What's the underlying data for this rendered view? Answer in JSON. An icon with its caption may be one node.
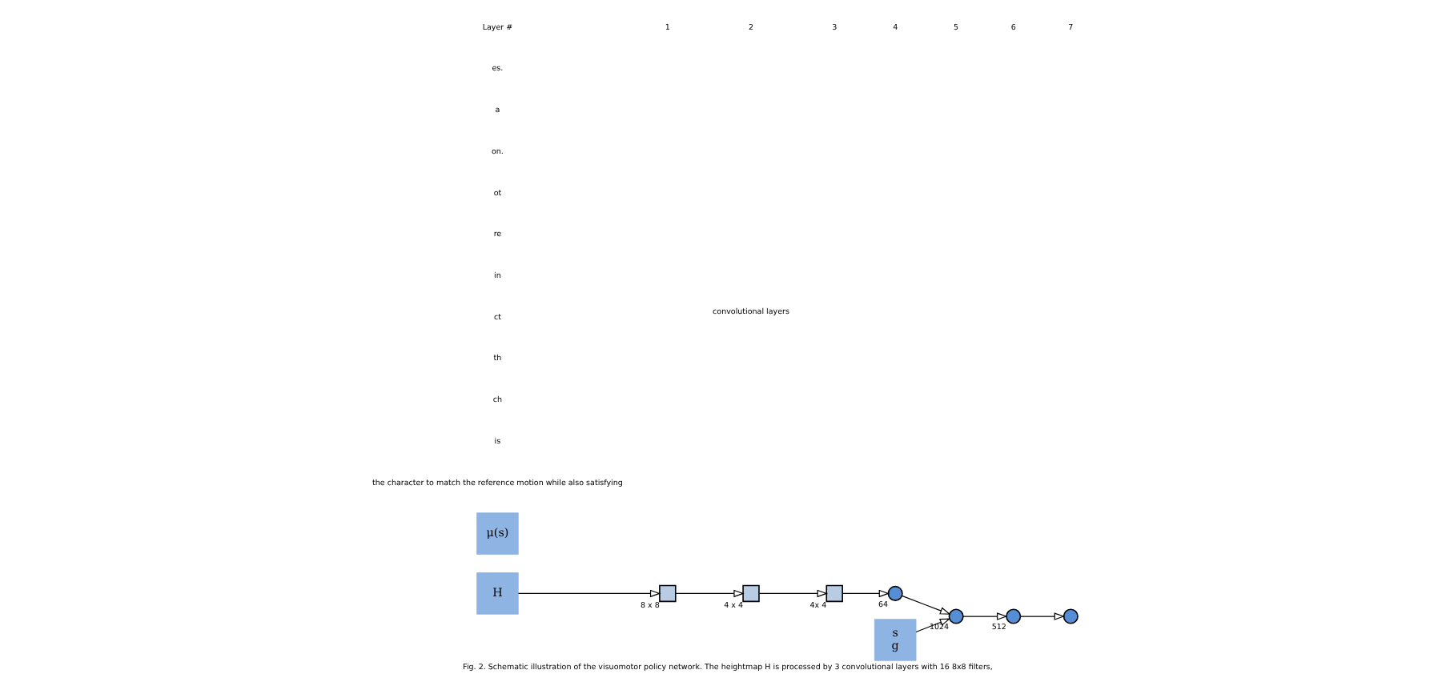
{
  "diagram": {
    "caption": "Fig. 2. Schematic illustration of the visuomotor policy network. The heightmap H is processed by 3 convolutional layers with 16 8x8 filters,",
    "nodes": [
      {
        "text": [
          "H"
        ]
      },
      {
        "text": [],
        "shape": "box",
        "beside": [
          "8 x 8"
        ]
      },
      {
        "text": [],
        "shape": "box",
        "beside": [
          "4 x 4"
        ]
      },
      {
        "text": [],
        "shape": "box",
        "beside": [
          "4x 4"
        ]
      },
      {
        "text": [],
        "shape": "circle",
        "beside": [
          "64"
        ]
      },
      {
        "text": [
          "s",
          "g"
        ]
      },
      {
        "text": [],
        "shape": "circle",
        "beside": [
          "1024"
        ]
      },
      {
        "text": [],
        "shape": "circle",
        "beside": [
          "512"
        ]
      },
      {
        "text": [],
        "shape": "circle"
      },
      {
        "text": [
          "μ(s)"
        ]
      }
    ],
    "edges": [
      {
        "from": 0,
        "to": 1,
        "arrow": "to"
      },
      {
        "from": 1,
        "to": 2,
        "arrow": "to"
      },
      {
        "from": 2,
        "to": 3,
        "arrow": "to"
      },
      {
        "from": 3,
        "to": 4,
        "arrow": "to"
      },
      {
        "from": 4,
        "to": 6,
        "arrow": "to"
      },
      {
        "from": 5,
        "to": 6,
        "arrow": "to"
      },
      {
        "from": 6,
        "to": 7,
        "arrow": "to"
      },
      {
        "from": 7,
        "to": 8,
        "arrow": "to"
      }
    ],
    "labels": [
      "the character to match the reference motion while also satisfying",
      "is",
      "ch",
      "th",
      "ct",
      "in",
      "re",
      "ot",
      "on.",
      "a",
      "es.",
      "convolutional layers",
      "Layer #",
      "1",
      "2",
      "3",
      "4",
      "5",
      "6",
      "7"
    ]
  }
}
